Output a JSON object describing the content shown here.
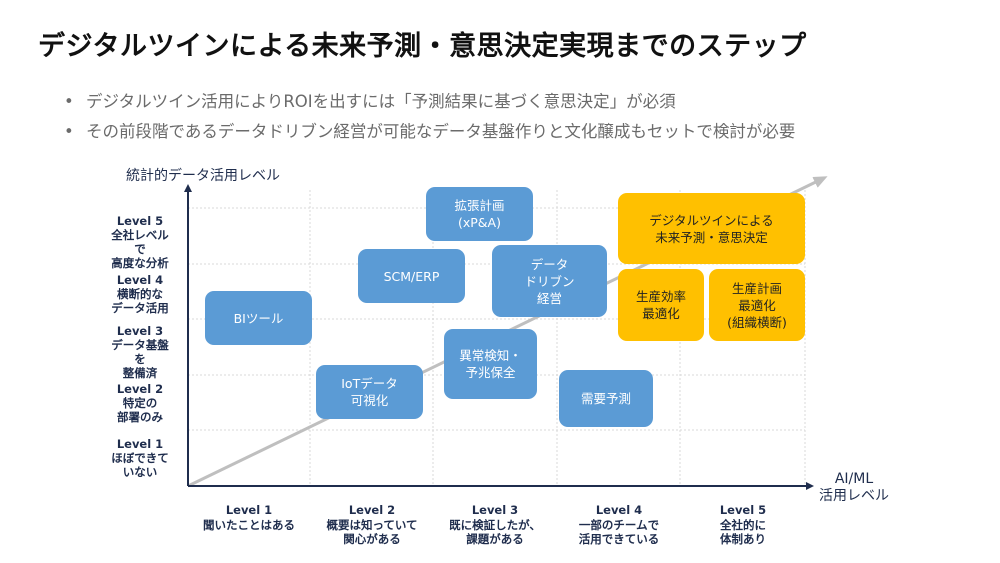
{
  "title": "デジタルツインによる未来予測・意思決定実現までのステップ",
  "bullets": [
    "デジタルツイン活用によりROIを出すには「予測結果に基づく意思決定」が必須",
    "その前段階であるデータドリブン経営が可能なデータ基盤作りと文化醸成もセットで検討が必要"
  ],
  "axes": {
    "y_title": "統計的データ活用レベル",
    "x_title": [
      "AI/ML",
      "活用レベル"
    ]
  },
  "y_levels": [
    {
      "title": "Level 5",
      "lines": [
        "全社レベル",
        "で",
        "高度な分析"
      ]
    },
    {
      "title": "Level 4",
      "lines": [
        "横断的な",
        "データ活用"
      ]
    },
    {
      "title": "Level 3",
      "lines": [
        "データ基盤",
        "を",
        "整備済"
      ]
    },
    {
      "title": "Level 2",
      "lines": [
        "特定の",
        "部署のみ"
      ]
    },
    {
      "title": "Level 1",
      "lines": [
        "ほぼできて",
        "いない"
      ]
    }
  ],
  "x_levels": [
    {
      "title": "Level 1",
      "lines": [
        "聞いたことはある"
      ]
    },
    {
      "title": "Level 2",
      "lines": [
        "概要は知っていて",
        "関心がある"
      ]
    },
    {
      "title": "Level 3",
      "lines": [
        "既に検証したが、",
        "課題がある"
      ]
    },
    {
      "title": "Level 4",
      "lines": [
        "一部のチームで",
        "活用できている"
      ]
    },
    {
      "title": "Level 5",
      "lines": [
        "全社的に",
        "体制あり"
      ]
    }
  ],
  "boxes": [
    {
      "id": "bi-tool",
      "lines": [
        "BIツール"
      ],
      "color": "blue"
    },
    {
      "id": "iot-visualization",
      "lines": [
        "IoTデータ",
        "可視化"
      ],
      "color": "blue"
    },
    {
      "id": "scm-erp",
      "lines": [
        "SCM/ERP"
      ],
      "color": "blue"
    },
    {
      "id": "extended-planning",
      "lines": [
        "拡張計画",
        "(xP&A)"
      ],
      "color": "blue"
    },
    {
      "id": "data-driven-management",
      "lines": [
        "データ",
        "ドリブン",
        "経営"
      ],
      "color": "blue"
    },
    {
      "id": "anomaly-detection",
      "lines": [
        "異常検知・",
        "予兆保全"
      ],
      "color": "blue"
    },
    {
      "id": "demand-forecast",
      "lines": [
        "需要予測"
      ],
      "color": "blue"
    },
    {
      "id": "digital-twin-decision",
      "lines": [
        "デジタルツインによる",
        "未来予測・意思決定"
      ],
      "color": "gold"
    },
    {
      "id": "production-efficiency",
      "lines": [
        "生産効率",
        "最適化"
      ],
      "color": "gold"
    },
    {
      "id": "production-planning",
      "lines": [
        "生産計画",
        "最適化",
        "(組織横断)"
      ],
      "color": "gold"
    }
  ],
  "colors": {
    "blue_box": "#5b9bd5",
    "gold_box": "#ffc000",
    "axis": "#1f2d4d",
    "trend_arrow": "#bfbfbf"
  }
}
